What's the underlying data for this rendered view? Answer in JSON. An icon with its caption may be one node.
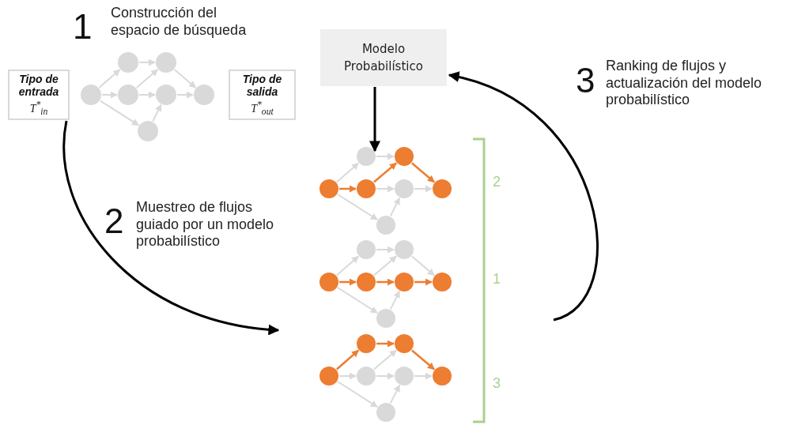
{
  "diagram": {
    "nodes": [
      {
        "text": [
          "Tipo de entrada",
          "T$^{*}$$_{in}$"
        ]
      },
      {
        "text": [
          "Tipo de salida",
          "T$^{*}$$_{out}$"
        ]
      },
      {
        "text": [
          "Modelo Probabilístico"
        ]
      },
      {
        "text": [],
        "shape": "circle"
      },
      {
        "text": [],
        "shape": "circle"
      },
      {
        "text": [],
        "shape": "circle"
      },
      {
        "text": [],
        "shape": "circle"
      },
      {
        "text": [],
        "shape": "circle"
      },
      {
        "text": [],
        "shape": "circle"
      },
      {
        "text": [],
        "shape": "circle"
      },
      {
        "text": [],
        "shape": "circle"
      },
      {
        "text": [],
        "shape": "circle"
      },
      {
        "text": [],
        "shape": "circle"
      },
      {
        "text": [],
        "shape": "circle"
      },
      {
        "text": [],
        "shape": "circle"
      },
      {
        "text": [],
        "shape": "circle"
      },
      {
        "text": [],
        "shape": "circle"
      },
      {
        "text": [],
        "shape": "circle"
      },
      {
        "text": [],
        "shape": "circle"
      },
      {
        "text": [],
        "shape": "circle"
      },
      {
        "text": [],
        "shape": "circle"
      },
      {
        "text": [],
        "shape": "circle"
      },
      {
        "text": [],
        "shape": "circle"
      },
      {
        "text": [],
        "shape": "circle"
      },
      {
        "text": [],
        "shape": "circle"
      },
      {
        "text": [],
        "shape": "circle"
      },
      {
        "text": [],
        "shape": "circle"
      },
      {
        "text": [],
        "shape": "circle"
      },
      {
        "text": [],
        "shape": "circle"
      },
      {
        "text": [],
        "shape": "circle"
      },
      {
        "text": [],
        "shape": "circle"
      }
    ],
    "edges": [
      {
        "from": 3,
        "to": 4,
        "arrow": "to"
      },
      {
        "from": 3,
        "to": 6,
        "arrow": "to"
      },
      {
        "from": 3,
        "to": 9,
        "arrow": "to"
      },
      {
        "from": 4,
        "to": 5,
        "arrow": "to"
      },
      {
        "from": 6,
        "to": 5,
        "arrow": "to"
      },
      {
        "from": 6,
        "to": 7,
        "arrow": "to"
      },
      {
        "from": 5,
        "to": 8,
        "arrow": "to"
      },
      {
        "from": 7,
        "to": 8,
        "arrow": "to"
      },
      {
        "from": 9,
        "to": 7,
        "arrow": "to"
      },
      {
        "from": 10,
        "to": 11,
        "arrow": "to"
      },
      {
        "from": 10,
        "to": 13,
        "arrow": "to",
        "color": "#ed7d31"
      },
      {
        "from": 10,
        "to": 16,
        "arrow": "to"
      },
      {
        "from": 11,
        "to": 12,
        "arrow": "to"
      },
      {
        "from": 13,
        "to": 12,
        "arrow": "to",
        "color": "#ed7d31"
      },
      {
        "from": 13,
        "to": 14,
        "arrow": "to"
      },
      {
        "from": 12,
        "to": 15,
        "arrow": "to",
        "color": "#ed7d31"
      },
      {
        "from": 14,
        "to": 15,
        "arrow": "to"
      },
      {
        "from": 16,
        "to": 14,
        "arrow": "to"
      },
      {
        "from": 17,
        "to": 18,
        "arrow": "to"
      },
      {
        "from": 17,
        "to": 20,
        "arrow": "to",
        "color": "#ed7d31"
      },
      {
        "from": 17,
        "to": 23,
        "arrow": "to"
      },
      {
        "from": 18,
        "to": 19,
        "arrow": "to"
      },
      {
        "from": 20,
        "to": 19,
        "arrow": "to"
      },
      {
        "from": 20,
        "to": 21,
        "arrow": "to",
        "color": "#ed7d31"
      },
      {
        "from": 19,
        "to": 22,
        "arrow": "to"
      },
      {
        "from": 21,
        "to": 22,
        "arrow": "to",
        "color": "#ed7d31"
      },
      {
        "from": 23,
        "to": 21,
        "arrow": "to"
      },
      {
        "from": 24,
        "to": 25,
        "arrow": "to",
        "color": "#ed7d31"
      },
      {
        "from": 24,
        "to": 27,
        "arrow": "to"
      },
      {
        "from": 24,
        "to": 30,
        "arrow": "to"
      },
      {
        "from": 25,
        "to": 26,
        "arrow": "to",
        "color": "#ed7d31"
      },
      {
        "from": 27,
        "to": 26,
        "arrow": "to"
      },
      {
        "from": 27,
        "to": 28,
        "arrow": "to"
      },
      {
        "from": 26,
        "to": 29,
        "arrow": "to",
        "color": "#ed7d31"
      },
      {
        "from": 28,
        "to": 29,
        "arrow": "to"
      },
      {
        "from": 30,
        "to": 28,
        "arrow": "to"
      },
      {
        "from": 0,
        "to": null,
        "arrow": "to",
        "color": "#000000"
      },
      {
        "from": null,
        "to": 2,
        "arrow": "to",
        "color": "#000000"
      },
      {
        "from": 2,
        "to": 11,
        "arrow": "to",
        "color": "#000000"
      }
    ],
    "labels": [
      "1",
      "Construcción del espacio de búsqueda",
      "3",
      "Ranking de flujos y actualización del modelo probabilístico",
      "2",
      "2",
      "Muestreo de flujos guiado por un modelo probabilístico",
      "1",
      "3"
    ]
  }
}
